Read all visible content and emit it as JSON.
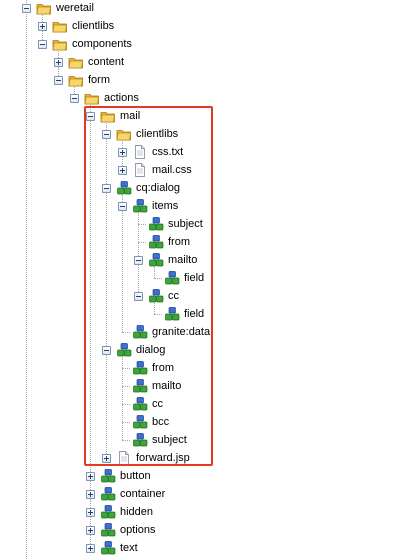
{
  "tree": [
    {
      "id": "weretail",
      "label": "weretail",
      "depth": 0,
      "icon": "folder",
      "toggle": "minus"
    },
    {
      "id": "clientlibs",
      "label": "clientlibs",
      "depth": 1,
      "icon": "folder",
      "toggle": "plus"
    },
    {
      "id": "components",
      "label": "components",
      "depth": 1,
      "icon": "folder",
      "toggle": "minus"
    },
    {
      "id": "content",
      "label": "content",
      "depth": 2,
      "icon": "folder",
      "toggle": "plus"
    },
    {
      "id": "form",
      "label": "form",
      "depth": 2,
      "icon": "folder",
      "toggle": "minus"
    },
    {
      "id": "actions",
      "label": "actions",
      "depth": 3,
      "icon": "folder",
      "toggle": "minus"
    },
    {
      "id": "mail",
      "label": "mail",
      "depth": 4,
      "icon": "folder",
      "toggle": "minus"
    },
    {
      "id": "mail-clientlibs",
      "label": "clientlibs",
      "depth": 5,
      "icon": "folder",
      "toggle": "minus"
    },
    {
      "id": "css-txt",
      "label": "css.txt",
      "depth": 6,
      "icon": "file",
      "toggle": "plus"
    },
    {
      "id": "mail-css",
      "label": "mail.css",
      "depth": 6,
      "icon": "file",
      "toggle": "plus"
    },
    {
      "id": "cq-dialog",
      "label": "cq:dialog",
      "depth": 5,
      "icon": "node",
      "toggle": "minus"
    },
    {
      "id": "items",
      "label": "items",
      "depth": 6,
      "icon": "node",
      "toggle": "minus"
    },
    {
      "id": "subject",
      "label": "subject",
      "depth": 7,
      "icon": "node",
      "toggle": "none"
    },
    {
      "id": "from",
      "label": "from",
      "depth": 7,
      "icon": "node",
      "toggle": "none"
    },
    {
      "id": "mailto",
      "label": "mailto",
      "depth": 7,
      "icon": "node",
      "toggle": "minus"
    },
    {
      "id": "mailto-field",
      "label": "field",
      "depth": 8,
      "icon": "node",
      "toggle": "none"
    },
    {
      "id": "cc",
      "label": "cc",
      "depth": 7,
      "icon": "node",
      "toggle": "minus"
    },
    {
      "id": "cc-field",
      "label": "field",
      "depth": 8,
      "icon": "node",
      "toggle": "none"
    },
    {
      "id": "granite-data",
      "label": "granite:data",
      "depth": 6,
      "icon": "node",
      "toggle": "none"
    },
    {
      "id": "dialog",
      "label": "dialog",
      "depth": 5,
      "icon": "node",
      "toggle": "minus"
    },
    {
      "id": "dialog-from",
      "label": "from",
      "depth": 6,
      "icon": "node",
      "toggle": "none"
    },
    {
      "id": "dialog-mailto",
      "label": "mailto",
      "depth": 6,
      "icon": "node",
      "toggle": "none"
    },
    {
      "id": "dialog-cc",
      "label": "cc",
      "depth": 6,
      "icon": "node",
      "toggle": "none"
    },
    {
      "id": "dialog-bcc",
      "label": "bcc",
      "depth": 6,
      "icon": "node",
      "toggle": "none"
    },
    {
      "id": "dialog-subject",
      "label": "subject",
      "depth": 6,
      "icon": "node",
      "toggle": "none"
    },
    {
      "id": "forward-jsp",
      "label": "forward.jsp",
      "depth": 5,
      "icon": "file",
      "toggle": "plus"
    },
    {
      "id": "button",
      "label": "button",
      "depth": 4,
      "icon": "node",
      "toggle": "plus"
    },
    {
      "id": "container",
      "label": "container",
      "depth": 4,
      "icon": "node",
      "toggle": "plus"
    },
    {
      "id": "hidden",
      "label": "hidden",
      "depth": 4,
      "icon": "node",
      "toggle": "plus"
    },
    {
      "id": "options",
      "label": "options",
      "depth": 4,
      "icon": "node",
      "toggle": "plus"
    },
    {
      "id": "text",
      "label": "text",
      "depth": 4,
      "icon": "node",
      "toggle": "plus"
    }
  ],
  "colors": {
    "highlight": "#e23a24",
    "folder": "#f2c94a",
    "node_blue": "#3b6fd1",
    "node_green": "#3aa63a"
  }
}
